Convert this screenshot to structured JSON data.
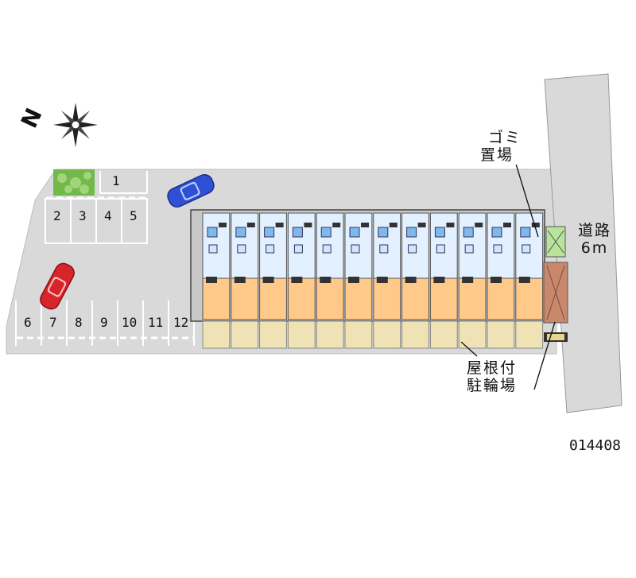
{
  "compass": {
    "north_letter": "N"
  },
  "parking": {
    "top_row": [
      "2",
      "3",
      "4",
      "5"
    ],
    "top_single": "1",
    "bottom_row": [
      "6",
      "7",
      "8",
      "9",
      "10",
      "11",
      "12"
    ]
  },
  "labels": {
    "road_line1": "道路",
    "road_line2": "6m",
    "trash_line1": "ゴミ",
    "trash_line2": "置場",
    "bike_line1": "屋根付",
    "bike_line2": "駐輪場"
  },
  "plot_number": "014408",
  "building": {
    "unit_count": 12
  },
  "colors": {
    "lot": "#d9d9d9",
    "road": "#d9d9d9",
    "building_upper": "#e3f0ff",
    "building_lower": "#ffc98a",
    "bike_shelter": "#efe3b6",
    "car_blue": "#2f4fd6",
    "car_red": "#d8242b",
    "green": "#72b84a"
  }
}
